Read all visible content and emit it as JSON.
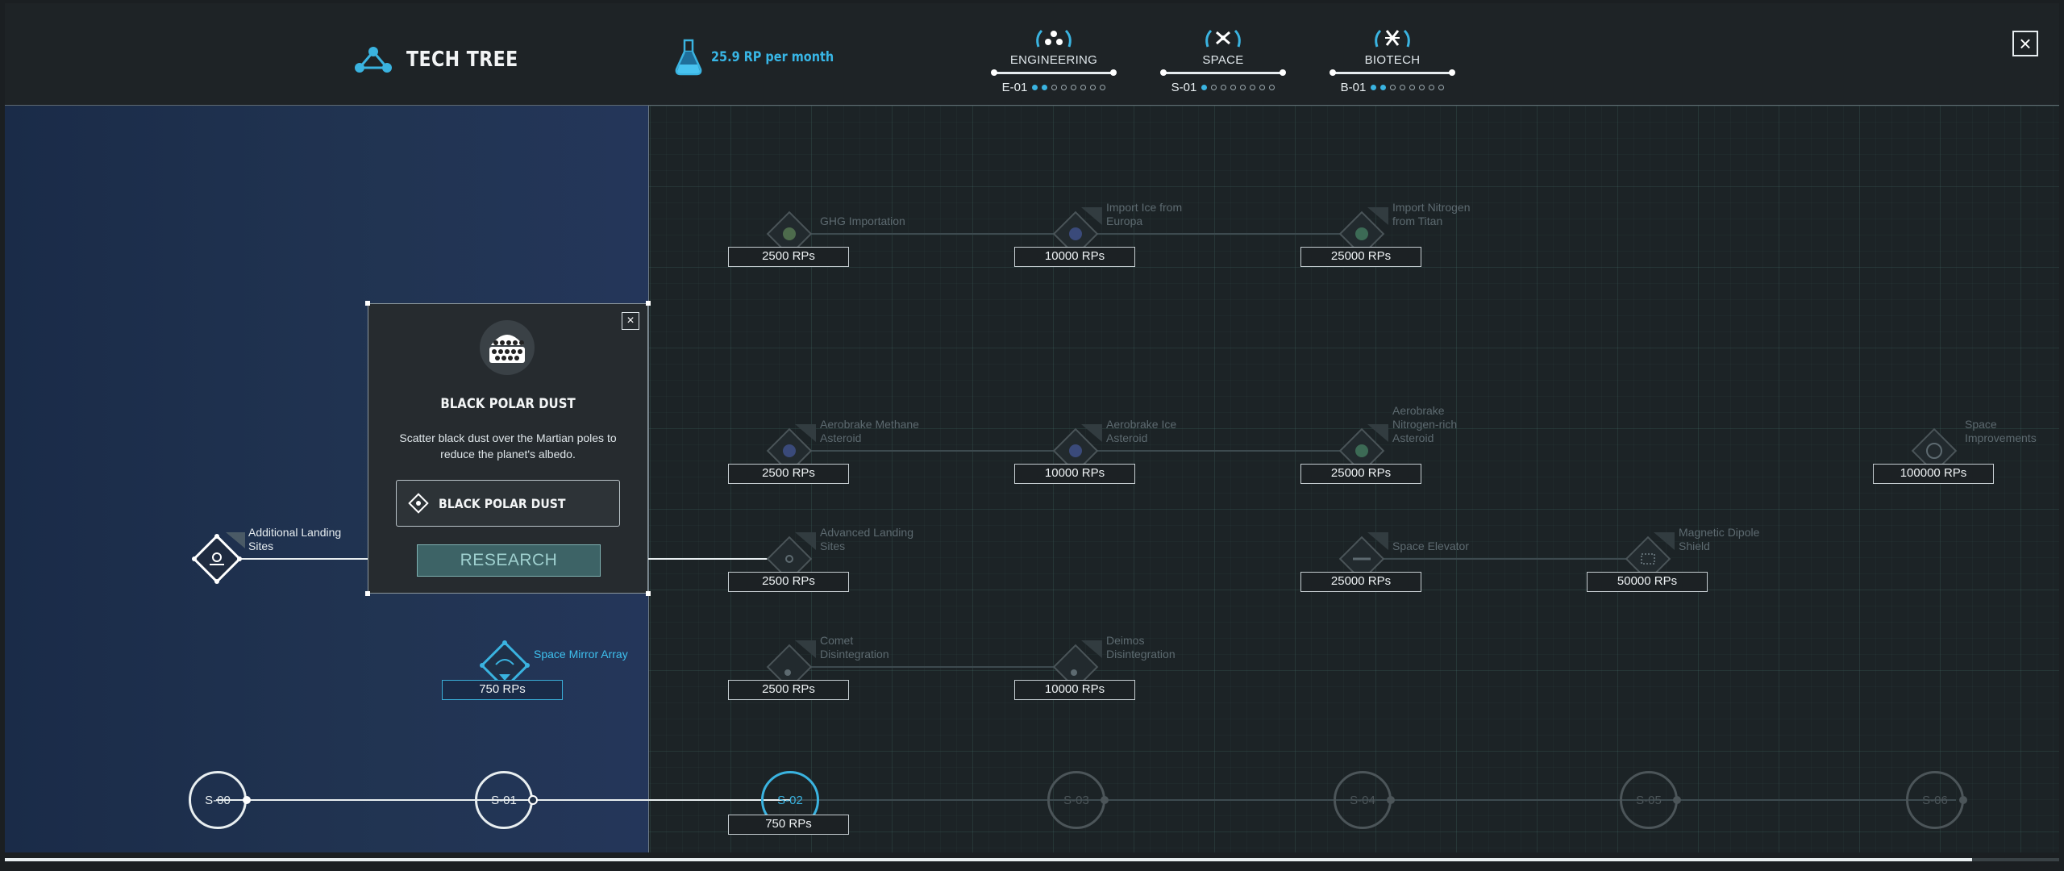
{
  "header": {
    "title": "TECH TREE",
    "research_rate": "25.9 RP per month",
    "close_label": "×"
  },
  "categories": [
    {
      "name": "ENGINEERING",
      "level": "E-01",
      "filled": 2,
      "total": 8,
      "icon": "engineering-icon"
    },
    {
      "name": "SPACE",
      "level": "S-01",
      "filled": 1,
      "total": 8,
      "icon": "space-icon"
    },
    {
      "name": "BIOTECH",
      "level": "B-01",
      "filled": 2,
      "total": 8,
      "icon": "biotech-icon"
    }
  ],
  "popup": {
    "title": "BLACK POLAR DUST",
    "description": "Scatter black dust over the Martian poles to reduce the planet's albedo.",
    "tech_name": "BLACK POLAR DUST",
    "research_label": "RESEARCH",
    "close_label": "×"
  },
  "techs": [
    {
      "label": "GHG Importation",
      "cost": "2500 RPs"
    },
    {
      "label": "Import Ice from Europa",
      "cost": "10000 RPs"
    },
    {
      "label": "Import Nitrogen from Titan",
      "cost": "25000 RPs"
    },
    {
      "label": "Aerobrake Methane Asteroid",
      "cost": "2500 RPs"
    },
    {
      "label": "Aerobrake Ice Asteroid",
      "cost": "10000 RPs"
    },
    {
      "label": "Aerobrake Nitrogen-rich Asteroid",
      "cost": "25000 RPs"
    },
    {
      "label": "Space Improvements",
      "cost": "100000 RPs"
    },
    {
      "label": "Additional Landing Sites",
      "cost": ""
    },
    {
      "label": "Advanced Landing Sites",
      "cost": "2500 RPs"
    },
    {
      "label": "Space Elevator",
      "cost": "25000 RPs"
    },
    {
      "label": "Magnetic Dipole Shield",
      "cost": "50000 RPs"
    },
    {
      "label": "Space Mirror Array",
      "cost": "750 RPs"
    },
    {
      "label": "Comet Disintegration",
      "cost": "2500 RPs"
    },
    {
      "label": "Deimos Disintegration",
      "cost": "10000 RPs"
    }
  ],
  "eras": [
    {
      "label": "S-00",
      "state": "done"
    },
    {
      "label": "S-01",
      "state": "done"
    },
    {
      "label": "S-02",
      "state": "current",
      "cost": "750 RPs"
    },
    {
      "label": "S-03",
      "state": "locked"
    },
    {
      "label": "S-04",
      "state": "locked"
    },
    {
      "label": "S-05",
      "state": "locked"
    },
    {
      "label": "S-06",
      "state": "locked"
    }
  ],
  "colors": {
    "accent": "#3ab3e0",
    "unlocked_panel": "#213452",
    "locked_text": "#5d6a70"
  }
}
